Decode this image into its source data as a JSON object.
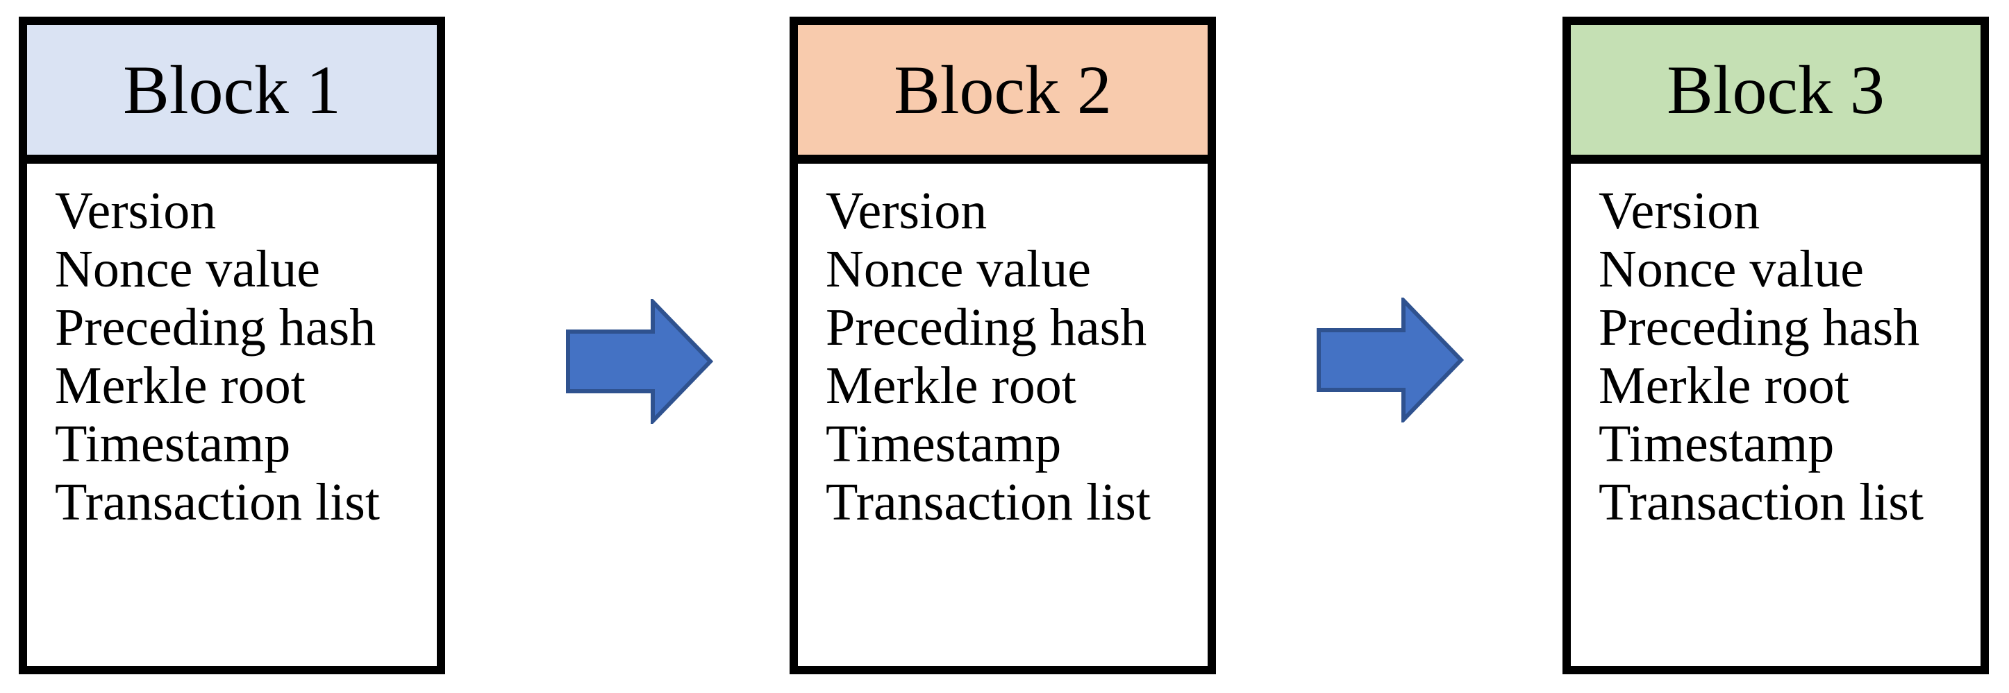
{
  "diagram": {
    "background_color": "#FFFFFF",
    "outline_color": "#000000",
    "text_color": "#000000",
    "blocks": [
      {
        "title": "Block 1",
        "header_color": "#DAE3F3",
        "fields": [
          "Version",
          "Nonce value",
          "Preceding hash",
          "Merkle root",
          "Timestamp",
          "Transaction list"
        ]
      },
      {
        "title": "Block 2",
        "header_color": "#F8CBAD",
        "fields": [
          "Version",
          "Nonce value",
          "Preceding hash",
          "Merkle root",
          "Timestamp",
          "Transaction list"
        ]
      },
      {
        "title": "Block 3",
        "header_color": "#C5E0B4",
        "fields": [
          "Version",
          "Nonce value",
          "Preceding hash",
          "Merkle root",
          "Timestamp",
          "Transaction list"
        ]
      }
    ],
    "arrows": [
      {
        "direction": "right",
        "fill_color": "#4472C4",
        "border_color": "#2F528F"
      },
      {
        "direction": "right",
        "fill_color": "#4472C4",
        "border_color": "#2F528F"
      }
    ]
  }
}
